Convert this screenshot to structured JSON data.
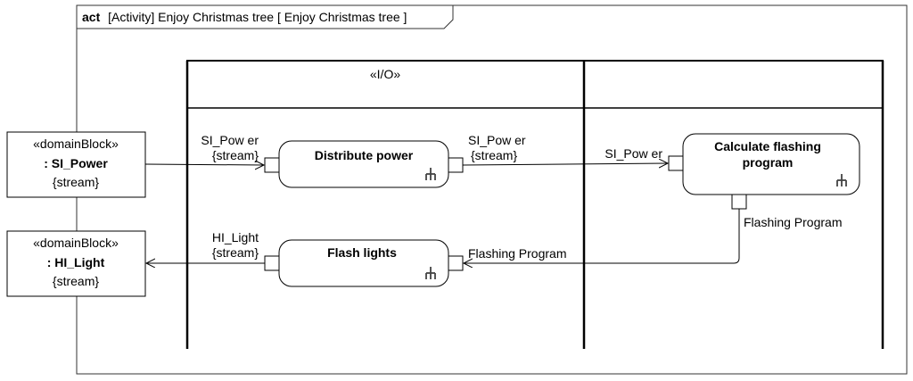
{
  "frame": {
    "kind": "act",
    "label": "[Activity] Enjoy Christmas tree [ Enjoy Christmas tree ]"
  },
  "swimlanes": {
    "left_header": "«I/O»",
    "right_header": ""
  },
  "blocks": {
    "si_power": {
      "stereotype": "«domainBlock»",
      "name": ": SI_Power",
      "constraint": "{stream}"
    },
    "hi_light": {
      "stereotype": "«domainBlock»",
      "name": ": HI_Light",
      "constraint": "{stream}"
    }
  },
  "actions": {
    "distribute_power": {
      "name": "Distribute power",
      "in_pin_name": "SI_Pow er",
      "in_pin_stream": "{stream}",
      "out_pin_name": "SI_Pow er",
      "out_pin_stream": "{stream}"
    },
    "calculate_flashing": {
      "name_line1": "Calculate flashing",
      "name_line2": "program",
      "in_pin_name": "SI_Pow er",
      "out_pin_name": "Flashing Program"
    },
    "flash_lights": {
      "name": "Flash lights",
      "in_pin_name": "Flashing Program",
      "out_pin_name": "HI_Light",
      "out_pin_stream": "{stream}"
    }
  },
  "icons": {
    "action_call": "rake-icon"
  }
}
